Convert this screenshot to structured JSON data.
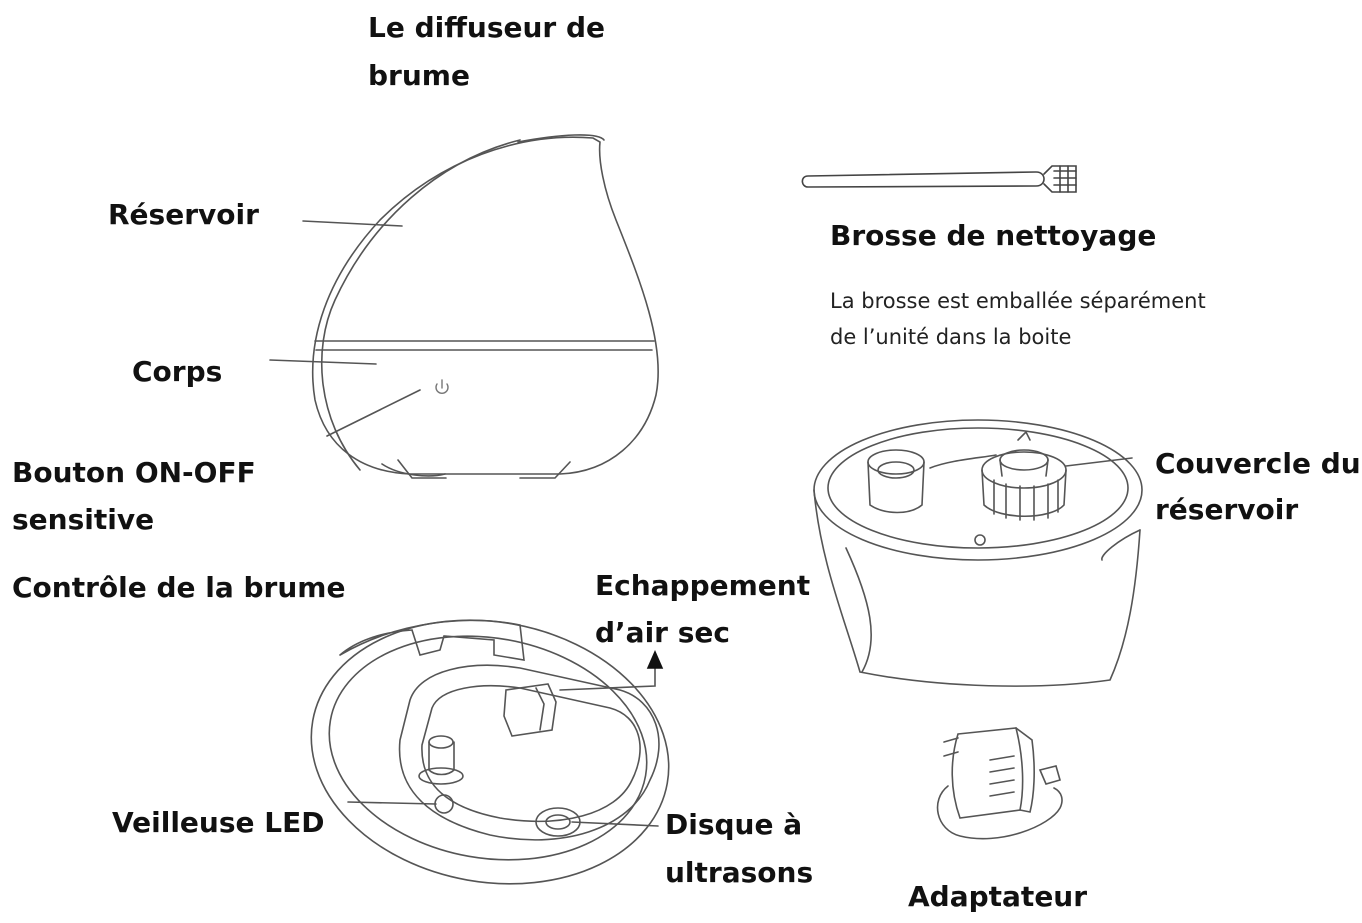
{
  "labels": {
    "diffuser_line1": "Le diffuseur de",
    "diffuser_line2": "brume",
    "reservoir": "Réservoir",
    "body": "Corps",
    "button_line1": "Bouton ON-OFF",
    "button_line2": "sensitive",
    "mist_control": "Contrôle de la brume",
    "brush": "Brosse de nettoyage",
    "brush_note_line1": "La brosse est emballée séparément",
    "brush_note_line2": "de l’unité dans la boite",
    "lid_line1": "Couvercle du",
    "lid_line2": "réservoir",
    "exhaust_line1": "Echappement",
    "exhaust_line2": "d’air sec",
    "led": "Veilleuse LED",
    "disc_line1": "Disque à",
    "disc_line2": "ultrasons",
    "adapter": "Adaptateur"
  },
  "icons": [
    "power-icon",
    "arrow-up-icon"
  ],
  "colors": {
    "text": "#111111",
    "line": "#555555",
    "background": "#ffffff"
  }
}
